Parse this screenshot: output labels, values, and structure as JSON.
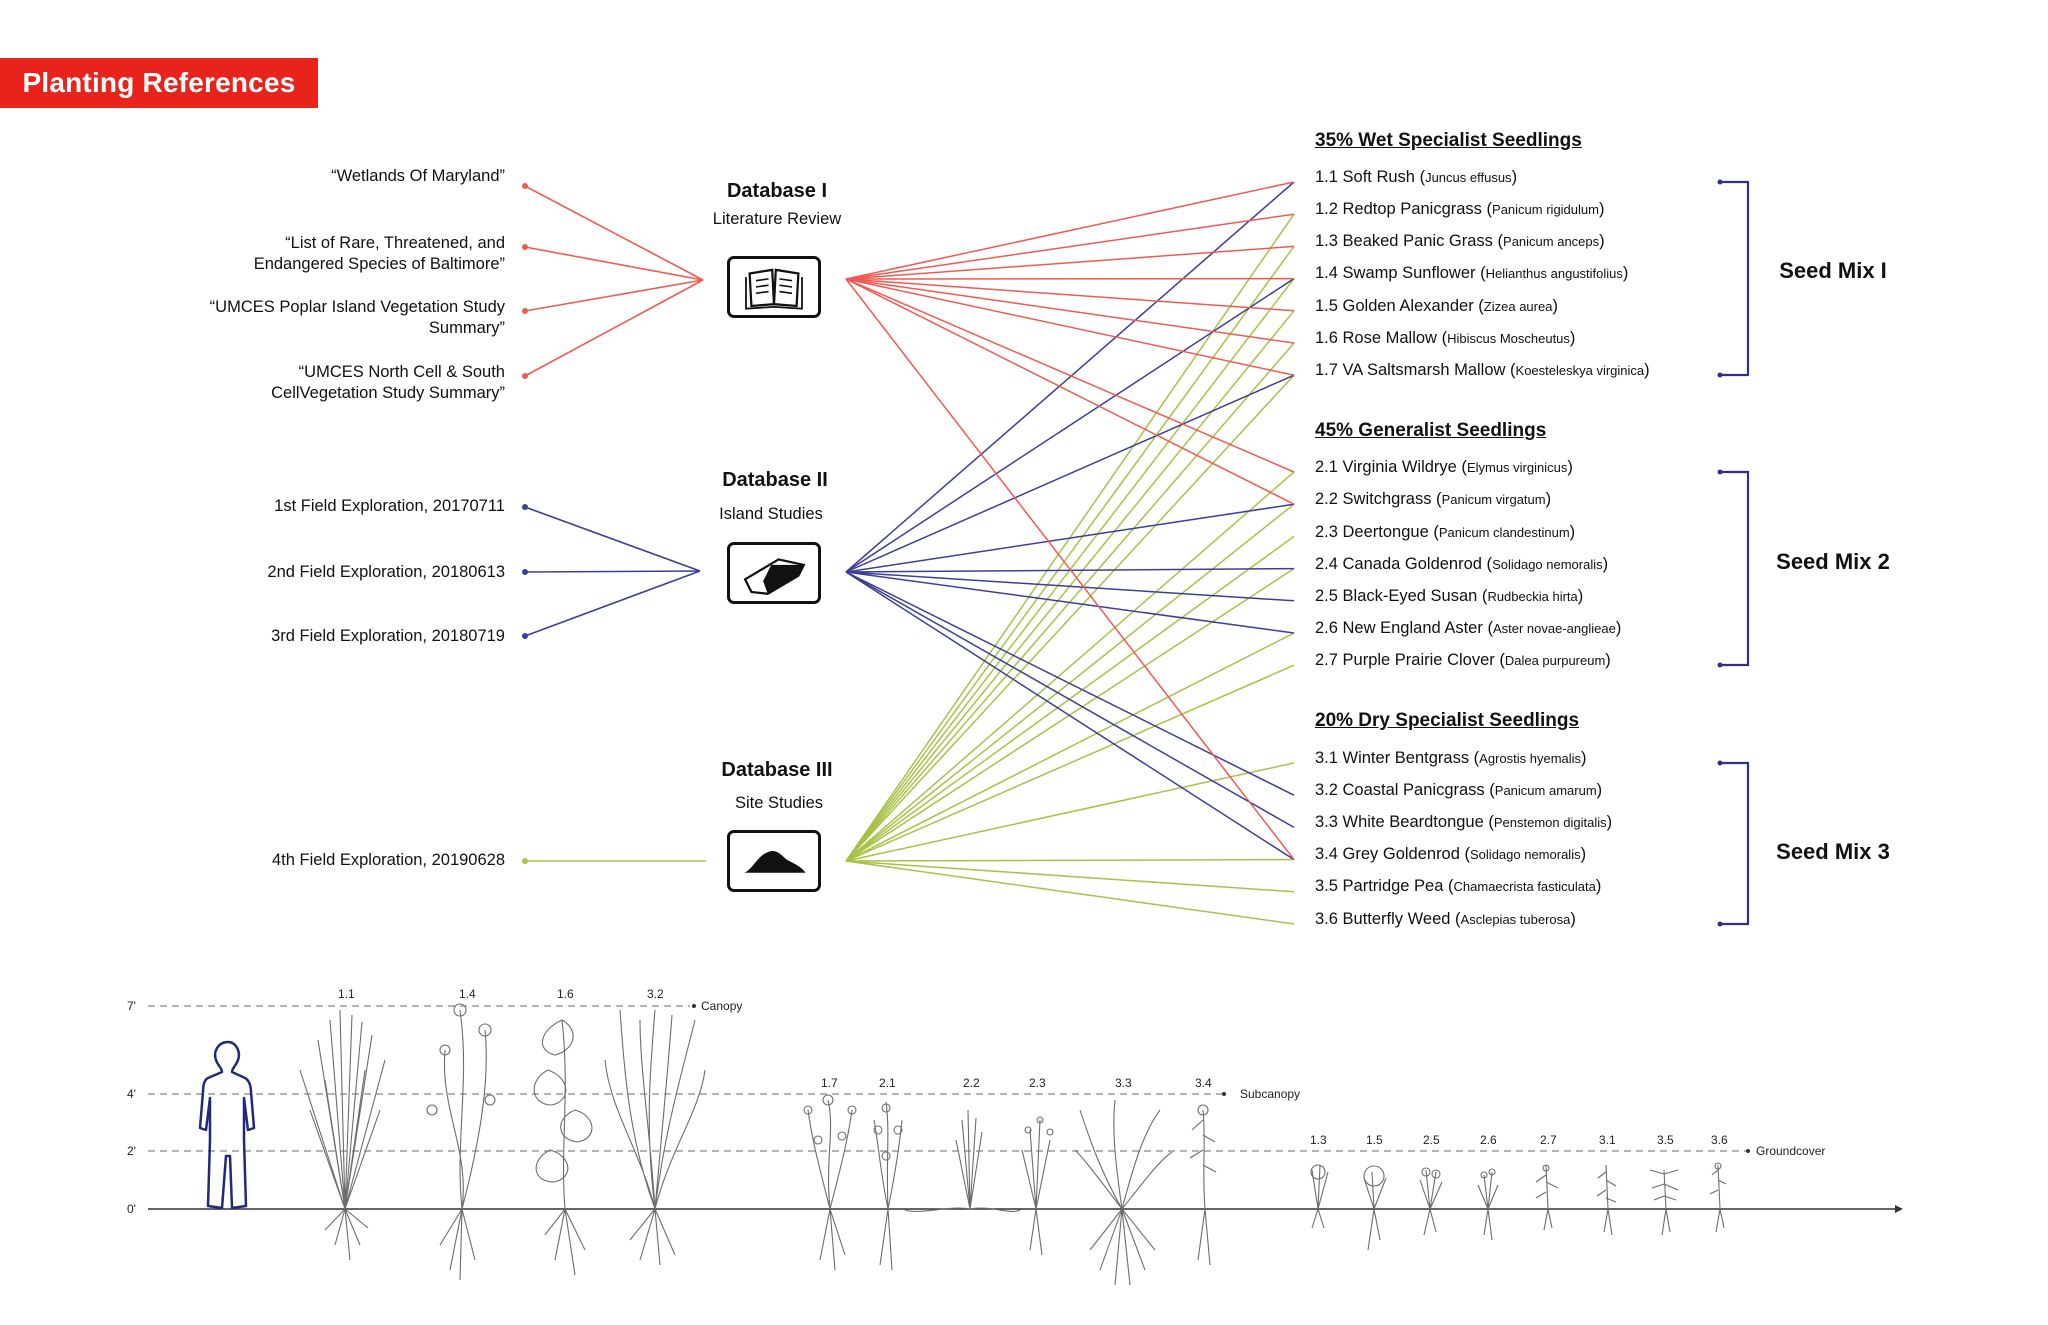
{
  "header": {
    "title": "Planting References"
  },
  "sources": {
    "literature": [
      "“Wetlands Of Maryland”",
      "“List of Rare, Threatened, and Endangered Species of Baltimore”",
      "“UMCES Poplar Island Vegetation Study Summary”",
      "“UMCES North Cell & South CellVegetation Study Summary”"
    ],
    "island": [
      "1st Field Exploration, 20170711",
      "2nd Field Exploration, 20180613",
      "3rd Field Exploration, 20180719"
    ],
    "site": [
      "4th Field Exploration, 20190628"
    ]
  },
  "databases": [
    {
      "title": "Database I",
      "subtitle": "Literature Review",
      "icon": "book-icon"
    },
    {
      "title": "Database II",
      "subtitle": "Island Studies",
      "icon": "eraser-icon"
    },
    {
      "title": "Database III",
      "subtitle": "Site Studies",
      "icon": "mound-icon"
    }
  ],
  "groups": [
    {
      "title": "35% Wet Specialist Seedlings",
      "mix": "Seed Mix I",
      "species": [
        {
          "common": "1.1 Soft Rush",
          "latin": "Juncus effusus"
        },
        {
          "common": "1.2 Redtop Panicgrass",
          "latin": "Panicum rigidulum"
        },
        {
          "common": "1.3 Beaked Panic Grass",
          "latin": "Panicum anceps"
        },
        {
          "common": "1.4 Swamp Sunflower",
          "latin": "Helianthus angustifolius"
        },
        {
          "common": "1.5 Golden Alexander",
          "latin": "Zizea aurea"
        },
        {
          "common": "1.6 Rose Mallow",
          "latin": "Hibiscus Moscheutus"
        },
        {
          "common": "1.7 VA Saltsmarsh Mallow",
          "latin": "Koesteleskya virginica"
        }
      ]
    },
    {
      "title": "45% Generalist Seedlings",
      "mix": "Seed Mix 2",
      "species": [
        {
          "common": "2.1 Virginia Wildrye",
          "latin": "Elymus virginicus"
        },
        {
          "common": "2.2 Switchgrass",
          "latin": "Panicum virgatum"
        },
        {
          "common": "2.3 Deertongue",
          "latin": "Panicum clandestinum"
        },
        {
          "common": "2.4 Canada Goldenrod",
          "latin": "Solidago nemoralis"
        },
        {
          "common": "2.5 Black-Eyed Susan",
          "latin": "Rudbeckia hirta"
        },
        {
          "common": "2.6 New England Aster",
          "latin": "Aster novae-anglieae"
        },
        {
          "common": "2.7 Purple Prairie Clover",
          "latin": "Dalea purpureum"
        }
      ]
    },
    {
      "title": "20% Dry Specialist Seedlings",
      "mix": "Seed Mix 3",
      "species": [
        {
          "common": "3.1 Winter Bentgrass",
          "latin": "Agrostis hyemalis"
        },
        {
          "common": "3.2 Coastal Panicgrass",
          "latin": "Panicum amarum"
        },
        {
          "common": "3.3 White Beardtongue",
          "latin": "Penstemon digitalis"
        },
        {
          "common": "3.4 Grey Goldenrod",
          "latin": "Solidago nemoralis"
        },
        {
          "common": "3.5 Partridge Pea",
          "latin": "Chamaecrista fasticulata"
        },
        {
          "common": "3.6 Butterfly Weed",
          "latin": "Asclepias tuberosa"
        }
      ]
    }
  ],
  "links": {
    "literature": [
      "1.1",
      "1.2",
      "1.3",
      "1.4",
      "1.5",
      "1.6",
      "1.7",
      "2.1",
      "2.2",
      "3.4"
    ],
    "island": [
      "1.1",
      "1.4",
      "1.7",
      "2.2",
      "2.4",
      "2.5",
      "2.6",
      "3.2",
      "3.3",
      "3.4"
    ],
    "site": [
      "1.2",
      "1.3",
      "1.4",
      "1.5",
      "1.6",
      "1.7",
      "2.1",
      "2.2",
      "2.3",
      "2.4",
      "2.6",
      "2.7",
      "3.1",
      "3.4",
      "3.5",
      "3.6"
    ]
  },
  "colors": {
    "literature": "#ef5a52",
    "island": "#3c3f94",
    "site": "#a9c148",
    "bracket": "#2f3185",
    "badge": "#e8231b"
  },
  "elevation": {
    "levels": [
      {
        "label": "7'",
        "name": "Canopy"
      },
      {
        "label": "4'",
        "name": "Subcanopy"
      },
      {
        "label": "2'",
        "name": "Groundcover"
      },
      {
        "label": "0'",
        "name": ""
      }
    ],
    "canopy_plants": [
      "1.1",
      "1.4",
      "1.6",
      "3.2"
    ],
    "subcanopy_plants": [
      "1.7",
      "2.1",
      "2.2",
      "2.3",
      "3.3",
      "3.4"
    ],
    "groundcover_plants": [
      "1.3",
      "1.5",
      "2.5",
      "2.6",
      "2.7",
      "3.1",
      "3.5",
      "3.6"
    ]
  }
}
